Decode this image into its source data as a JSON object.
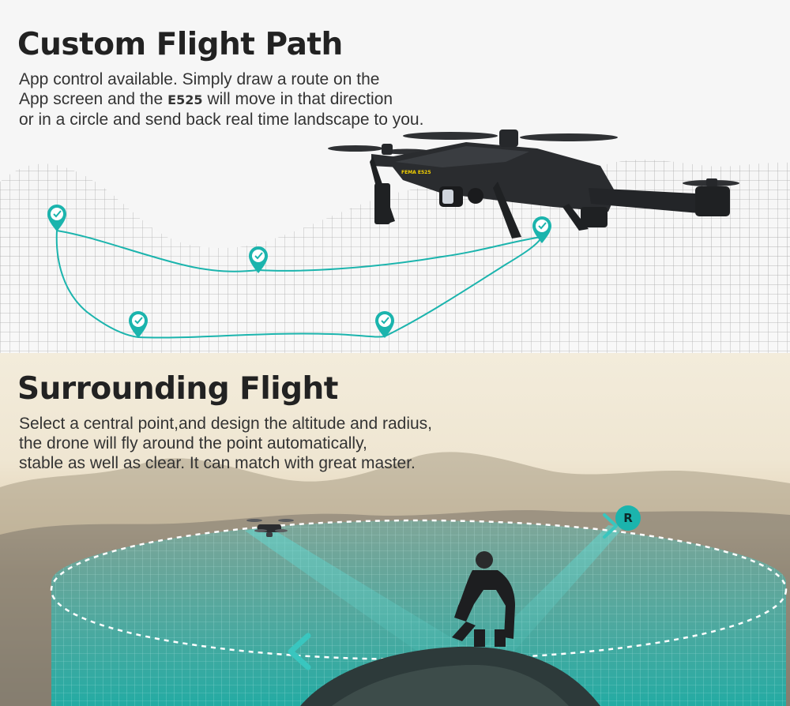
{
  "custom_flight": {
    "title": "Custom Flight Path",
    "desc_line1": "App control available. Simply draw a route on the",
    "desc_line2_pre": "App screen and the",
    "model": "E525",
    "desc_line2_post": "will move in that direction",
    "desc_line3": "or in a circle and send back real time landscape to you.",
    "drone_label": "FEMA E525"
  },
  "surrounding_flight": {
    "title": "Surrounding Flight",
    "desc_line1": "Select a central point,and design the altitude and radius,",
    "desc_line2": "the drone will fly around the point automatically,",
    "desc_line3": "stable as well as clear. It can match with great master.",
    "radius_badge": "R"
  },
  "colors": {
    "accent_teal": "#1bb4ad",
    "text_dark": "#222222",
    "drone_body": "#2a2c2f"
  },
  "icons": [
    "waypoint-pin-icon",
    "check-icon",
    "chevron-left-icon",
    "chevron-right-icon"
  ]
}
